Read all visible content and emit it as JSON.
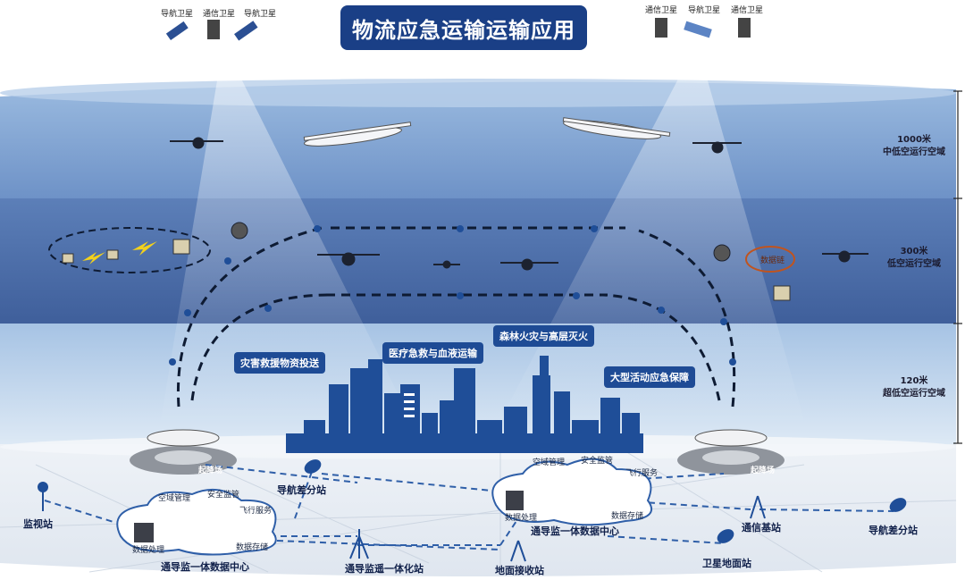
{
  "header": {
    "title": "物流应急运输运输应用"
  },
  "satellites": {
    "left": [
      "导航卫星",
      "通信卫星",
      "导航卫星"
    ],
    "right": [
      "通信卫星",
      "导航卫星",
      "通信卫星"
    ]
  },
  "altitude_layers": [
    {
      "height": "1000米",
      "name": "中低空运行空域"
    },
    {
      "height": "300米",
      "name": "低空运行空域"
    },
    {
      "height": "120米",
      "name": "超低空运行空域"
    }
  ],
  "scenarios": [
    "灾害救援物资投送",
    "医疗急救与血液运输",
    "森林火灾与高层灭火",
    "大型活动应急保障"
  ],
  "lowspace_tag": "数据链",
  "ground": {
    "vertiport": "起降场",
    "stations": {
      "monitor": "监视站",
      "nav_diff_left": "导航差分站",
      "nav_diff_right": "导航差分站",
      "comm_base": "通信基站",
      "satellite_ground": "卫星地面站",
      "ground_receive": "地面接收站",
      "integrated": "通导监遥一体化站"
    },
    "data_centers": {
      "left": {
        "name": "通导监一体数据中心",
        "airspace": "空域管理",
        "safety": "安全监管",
        "flight": "飞行服务",
        "processing": "数据处理",
        "storage": "数据存储"
      },
      "right": {
        "name": "通导监一体数据中心",
        "airspace": "空域管理",
        "safety": "安全监管",
        "flight": "飞行服务",
        "processing": "数据处理",
        "storage": "数据存储"
      }
    }
  },
  "colors": {
    "title_bg": "#1a3f86",
    "layer_top": "#7fa6d2",
    "layer_mid": "#4a6ba6",
    "layer_low": "#b8cfe8",
    "ground": "#e6ebf2",
    "city": "#1f4e98",
    "label_bg": "#1e4b95"
  }
}
